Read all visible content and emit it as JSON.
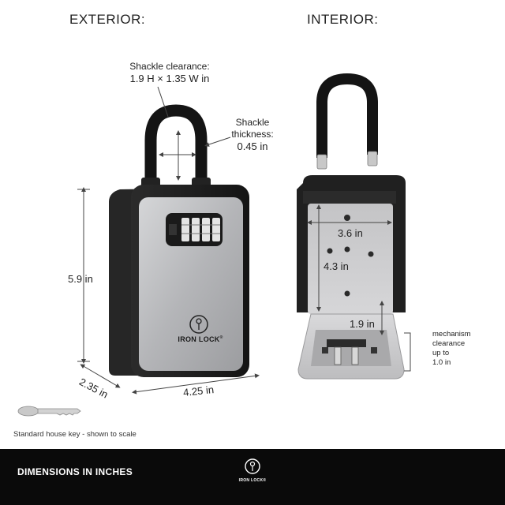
{
  "headers": {
    "exterior": "EXTERIOR:",
    "interior": "INTERIOR:"
  },
  "callouts": {
    "shackle_clearance_label": "Shackle clearance:",
    "shackle_clearance_value": "1.9 H × 1.35 W in",
    "shackle_thickness_line1": "Shackle",
    "shackle_thickness_line2": "thickness:",
    "shackle_thickness_value": "0.45 in"
  },
  "dimensions": {
    "height": "5.9 in",
    "depth": "2.35 in",
    "width": "4.25 in",
    "interior_width": "3.6 in",
    "interior_height": "4.3 in",
    "interior_depth": "1.9 in"
  },
  "mechanism": {
    "line1": "mechanism",
    "line2": "clearance",
    "line3": "up to",
    "line4": "1.0 in"
  },
  "brand": {
    "name": "IRON LOCK",
    "mark": "®"
  },
  "key_caption": "Standard house key -  shown to scale",
  "footer": {
    "title": "DIMENSIONS IN INCHES",
    "logo_text": "IRON LOCK®"
  },
  "colors": {
    "footer_bg": "#0a0a0a",
    "body_black": "#1c1c1c",
    "face_silver": "#b7b8ba",
    "interior_gray": "#c9c9cb"
  }
}
